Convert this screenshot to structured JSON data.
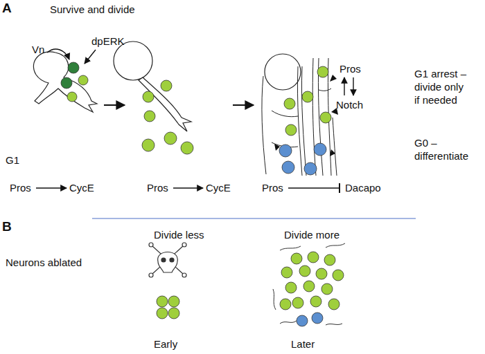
{
  "diagram": {
    "labels": [
      "A",
      "Survive and divide",
      "Vn",
      "dpERK",
      "G1",
      "Pros",
      "CycE",
      "Pros",
      "CycE",
      "Pros",
      "Notch",
      "Pros",
      "Dacapo",
      "G1 arrest – divide only if needed",
      "G0 – differentiate",
      "B",
      "Divide less",
      "Divide more",
      "Neurons ablated",
      "Early",
      "Later"
    ]
  }
}
